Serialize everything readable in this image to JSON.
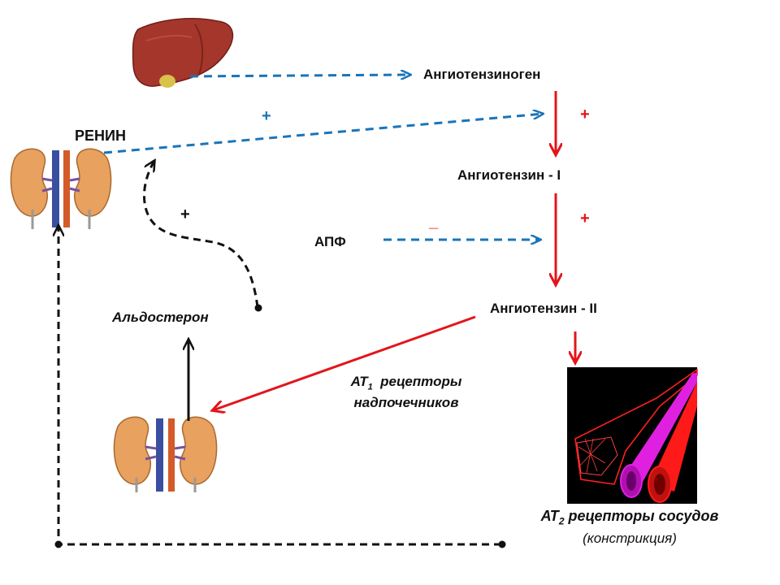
{
  "labels": {
    "angiotensinogen": "Ангиотензиноген",
    "renin": "РЕНИН",
    "angiotensin1": "Ангиотензин - I",
    "apf": "АПФ",
    "angiotensin2": "Ангиотензин - II",
    "aldosterone": "Альдостерон",
    "at1_prefix": "АТ",
    "at1_sub": "1",
    "at1_suffix": "  рецепторы",
    "at1_line2": "надпочечников",
    "at2_prefix": "АТ",
    "at2_sub": "2",
    "at2_suffix": " рецепторы сосудов",
    "at2_line2": "(констрикция)"
  },
  "signs": {
    "renin_plus": "+",
    "step1_plus": "+",
    "step2_plus": "+",
    "apf_minus": "_",
    "aldo_plus": "+"
  },
  "colors": {
    "blue_dashed": "#1a74b8",
    "red_arrow": "#e3151a",
    "black": "#111111",
    "liver": "#a5362c",
    "kidney": "#e8a15e",
    "vein": "#3a4fa0",
    "artery": "#d45a2a",
    "vessel_panel_bg": "#000000",
    "vessel_magenta": "#e020e0",
    "vessel_red": "#ff1a1a"
  }
}
